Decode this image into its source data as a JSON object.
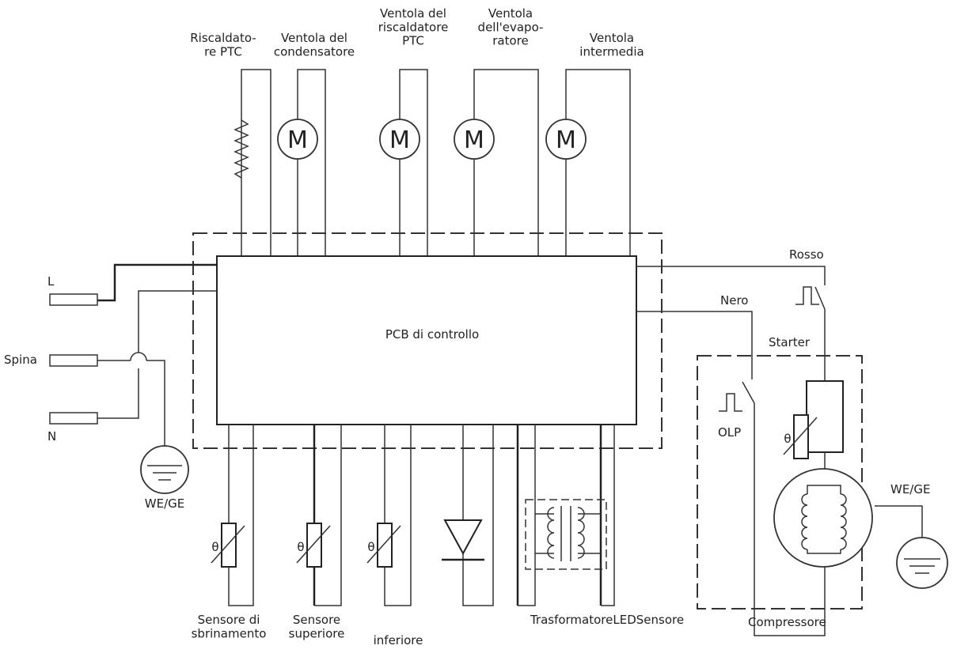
{
  "components": {
    "ptc_heater": "Riscaldato-\nre PTC",
    "condenser_fan": "Ventola del\ncondensatore",
    "ptc_heater_fan": "Ventola del\nriscaldatore\nPTC",
    "evaporator_fan": "Ventola\ndell'evapo-\nratore",
    "intermediate_fan": "Ventola\nintermedia",
    "pcb": "PCB di controllo",
    "line": "L",
    "plug": "Spina",
    "neutral": "N",
    "ground_left": "WE/GE",
    "ground_right": "WE/GE",
    "red_wire": "Rosso",
    "black_wire": "Nero",
    "starter": "Starter",
    "olp": "OLP",
    "compressor": "Compressore",
    "defrost_sensor": "Sensore di\nsbrinamento",
    "upper_sensor": "Sensore\nsuperiore",
    "lower_sensor": "inferiore",
    "transformer_led_sensor": "TrasformatoreLEDSensore"
  },
  "symbols": {
    "motor": "M",
    "theta": "θ"
  }
}
